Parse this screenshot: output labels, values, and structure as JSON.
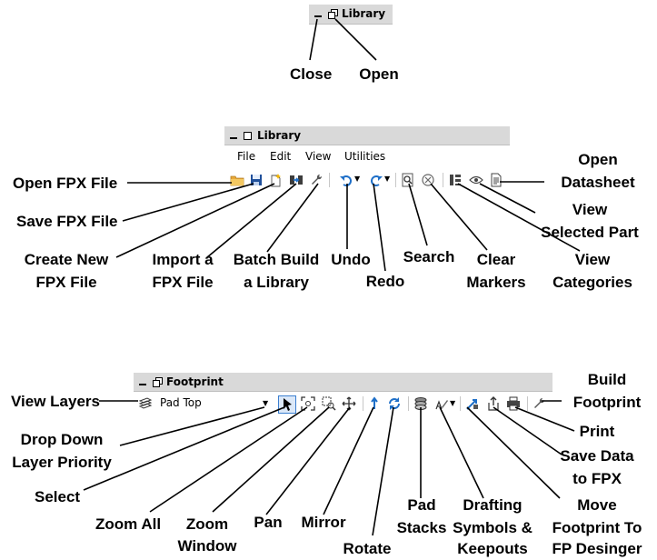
{
  "top_window": {
    "title": "Library",
    "icons": [
      "minimize-icon",
      "restore-icon"
    ]
  },
  "top_callouts": {
    "close": "Close",
    "open": "Open"
  },
  "library_window": {
    "title": "Library",
    "menu": [
      "File",
      "Edit",
      "View",
      "Utilities"
    ],
    "toolbar_icons": [
      "open-folder-icon",
      "save-disk-icon",
      "new-file-icon",
      "import-icon",
      "wrench-icon",
      "undo-icon",
      "redo-icon",
      "search-icon",
      "clear-icon",
      "categories-icon",
      "eye-icon",
      "datasheet-icon"
    ]
  },
  "library_callouts": {
    "open_fpx": "Open FPX File",
    "save_fpx": "Save FPX File",
    "create_new_1": "Create New",
    "create_new_2": "FPX File",
    "import_1": "Import a",
    "import_2": "FPX File",
    "batch_1": "Batch Build",
    "batch_2": "a Library",
    "undo": "Undo",
    "redo": "Redo",
    "search": "Search",
    "clear_1": "Clear",
    "clear_2": "Markers",
    "view_cat_1": "View",
    "view_cat_2": "Categories",
    "view_sel_1": "View",
    "view_sel_2": "Selected Part",
    "open_ds_1": "Open",
    "open_ds_2": "Datasheet"
  },
  "footprint_window": {
    "title": "Footprint",
    "layer_value": "Pad Top",
    "toolbar_icons": [
      "layers-icon",
      "dropdown-arrow-icon",
      "select-arrow-icon",
      "zoom-all-icon",
      "zoom-window-icon",
      "pan-icon",
      "mirror-icon",
      "rotate-icon",
      "pad-stacks-icon",
      "drafting-icon",
      "move-to-designer-icon",
      "save-data-icon",
      "print-icon",
      "build-wrench-icon"
    ]
  },
  "footprint_callouts": {
    "view_layers": "View Layers",
    "dd_1": "Drop Down",
    "dd_2": "Layer Priority",
    "select": "Select",
    "zoom_all": "Zoom All",
    "zoom_win_1": "Zoom",
    "zoom_win_2": "Window",
    "pan": "Pan",
    "mirror": "Mirror",
    "rotate": "Rotate",
    "pad_1": "Pad",
    "pad_2": "Stacks",
    "draft_1": "Drafting",
    "draft_2": "Symbols &",
    "draft_3": "Keepouts",
    "move_1": "Move",
    "move_2": "Footprint To",
    "move_3": "FP Desinger",
    "save_1": "Save Data",
    "save_2": "to FPX",
    "print": "Print",
    "build_1": "Build",
    "build_2": "Footprint"
  },
  "colors": {
    "titlebar": "#d9d9d9",
    "blue_icon": "#1e6fc8",
    "folder": "#e8a93a"
  }
}
